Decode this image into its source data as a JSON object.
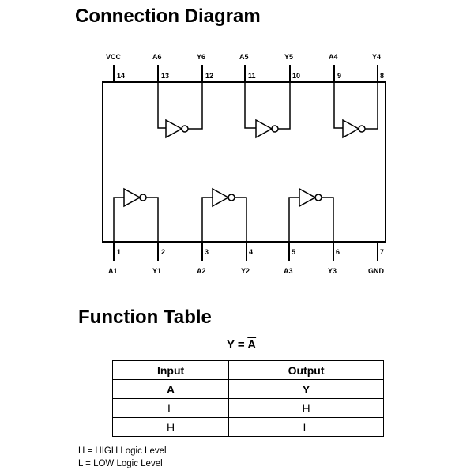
{
  "connection_diagram": {
    "title": "Connection Diagram",
    "top_pins": [
      {
        "name": "VCC",
        "number": "14"
      },
      {
        "name": "A6",
        "number": "13"
      },
      {
        "name": "Y6",
        "number": "12"
      },
      {
        "name": "A5",
        "number": "11"
      },
      {
        "name": "Y5",
        "number": "10"
      },
      {
        "name": "A4",
        "number": "9"
      },
      {
        "name": "Y4",
        "number": "8"
      }
    ],
    "bottom_pins": [
      {
        "name": "A1",
        "number": "1"
      },
      {
        "name": "Y1",
        "number": "2"
      },
      {
        "name": "A2",
        "number": "3"
      },
      {
        "name": "Y2",
        "number": "4"
      },
      {
        "name": "A3",
        "number": "5"
      },
      {
        "name": "Y3",
        "number": "6"
      },
      {
        "name": "GND",
        "number": "7"
      }
    ],
    "gate_count": 6
  },
  "function_table": {
    "title": "Function Table",
    "equation_lhs": "Y = ",
    "equation_rhs": "A",
    "headers": [
      "Input",
      "Output"
    ],
    "subheaders": [
      "A",
      "Y"
    ],
    "rows": [
      [
        "L",
        "H"
      ],
      [
        "H",
        "L"
      ]
    ]
  },
  "legend": [
    "H = HIGH Logic Level",
    "L = LOW Logic Level"
  ]
}
